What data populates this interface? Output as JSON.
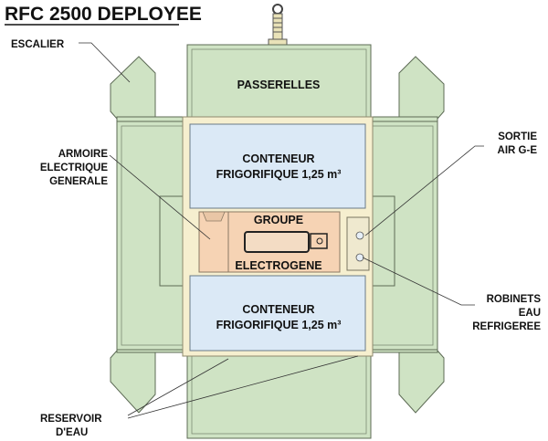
{
  "title": "RFC 2500 DEPLOYEE",
  "labels": {
    "escalier": "ESCALIER",
    "passerelles": "PASSERELLES",
    "armoire": [
      "ARMOIRE",
      "ELECTRIQUE",
      "GENERALE"
    ],
    "conteneur": [
      "CONTENEUR",
      "FRIGORIFIQUE 1,25 m³"
    ],
    "groupe": "GROUPE",
    "electrogene": "ELECTROGENE",
    "sortie": [
      "SORTIE",
      "AIR G-E"
    ],
    "robinets": [
      "ROBINETS",
      "EAU",
      "REFRIGEREE"
    ],
    "reservoir": [
      "RESERVOIR",
      "D'EAU"
    ]
  },
  "colors": {
    "platform_green": "#cfe3c4",
    "container_blue": "#dbe9f6",
    "generator_peach": "#f6d3b4",
    "floor_beige": "#f6efcf"
  }
}
